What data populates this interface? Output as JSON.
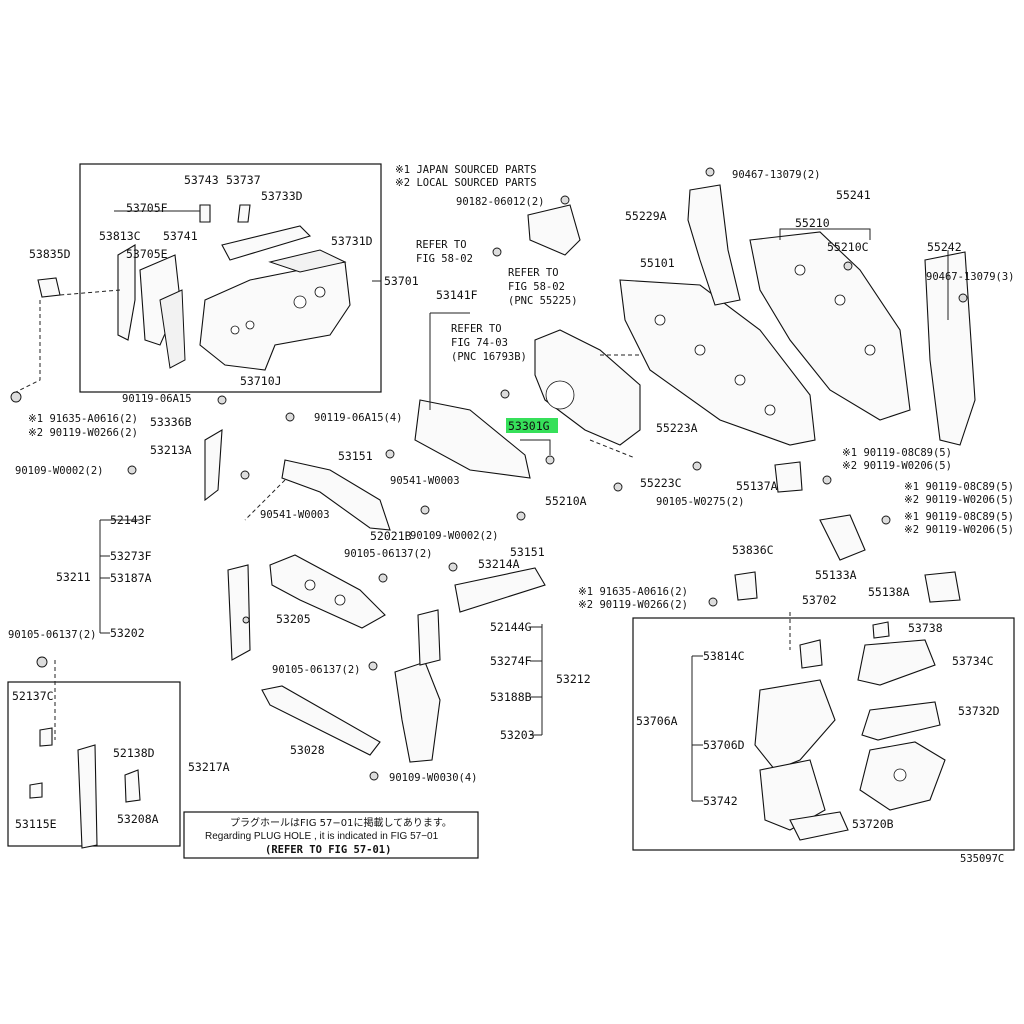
{
  "legend": {
    "line1": "※1 JAPAN SOURCED PARTS",
    "line2": "※2 LOCAL SOURCED PARTS"
  },
  "figure_id": "535097C",
  "highlighted_part": "53301G",
  "highlight_color": "#36e05a",
  "note": {
    "jp": "プラグホールはFIG 57−01に掲載してあります。",
    "en": "Regarding  PLUG HOLE , it is indicated in FIG  57−01",
    "ref": "(REFER TO FIG 57-01)"
  },
  "refs": {
    "fig58": [
      "REFER TO",
      "FIG 58-02"
    ],
    "fig58b": [
      "REFER TO",
      "FIG 58-02",
      "(PNC 55225)"
    ],
    "fig74": [
      "REFER TO",
      "FIG 74-03",
      "(PNC 16793B)"
    ]
  },
  "labels": {
    "p53743": "53743",
    "p53737": "53737",
    "p53733D": "53733D",
    "p53705F": "53705F",
    "p53813C": "53813C",
    "p53741": "53741",
    "p53705E": "53705E",
    "p53731D": "53731D",
    "p53701": "53701",
    "p53710J": "53710J",
    "p53835D": "53835D",
    "p90119_06A15_a": "90119-06A15",
    "p191635_a": "※1 91635-A0616(2)",
    "p290119_a": "※2 90119-W0266(2)",
    "p53336B": "53336B",
    "p90119_06A15_b": "90119-06A15(4)",
    "p53213A": "53213A",
    "p90109_W0002_a": "90109-W0002(2)",
    "p53151_a": "53151",
    "p90541_W0003_a": "90541-W0003",
    "p52143F": "52143F",
    "p90541_W0003_b": "90541-W0003",
    "p52021B": "52021B",
    "p53273F": "53273F",
    "p53211": "53211",
    "p53187A": "53187A",
    "p53202": "53202",
    "p90105_06137_a": "90105-06137(2)",
    "p90105_06137_b": "90105-06137(2)",
    "p53205": "53205",
    "p90105_06137_c": "90105-06137(2)",
    "p52137C": "52137C",
    "p52138D": "52138D",
    "p53217A": "53217A",
    "p53115E": "53115E",
    "p53208A": "53208A",
    "p53028": "53028",
    "p90109_W0030": "90109-W0030(4)",
    "p90109_W0002_b": "90109-W0002(2)",
    "p53151_b": "53151",
    "p53214A": "53214A",
    "p52144G": "52144G",
    "p53274F": "53274F",
    "p53212": "53212",
    "p53188B": "53188B",
    "p53203": "53203",
    "p53141F": "53141F",
    "p53301G": "53301G",
    "p55210A": "55210A",
    "p90182_06012": "90182-06012(2)",
    "p55229A": "55229A",
    "p55101": "55101",
    "p55223A": "55223A",
    "p55223C": "55223C",
    "p90105_W0275": "90105-W0275(2)",
    "p55137A": "55137A",
    "p90467_a": "90467-13079(2)",
    "p55241": "55241",
    "p55210": "55210",
    "p55210C": "55210C",
    "p55242": "55242",
    "p90467_b": "90467-13079(3)",
    "p190119_a": "※1 90119-08C89(5)",
    "p290119_b": "※2 90119-W0206(5)",
    "p190119_b": "※1 90119-08C89(5)",
    "p290119_c": "※2 90119-W0206(5)",
    "p190119_c": "※1 90119-08C89(5)",
    "p290119_d": "※2 90119-W0206(5)",
    "p55133A": "55133A",
    "p55138A": "55138A",
    "p53836C": "53836C",
    "p191635_b": "※1 91635-A0616(2)",
    "p290119_e": "※2 90119-W0266(2)",
    "p53702": "53702",
    "p53738": "53738",
    "p53814C": "53814C",
    "p53734C": "53734C",
    "p53706A": "53706A",
    "p53732D": "53732D",
    "p53706D": "53706D",
    "p53742": "53742",
    "p53720B": "53720B"
  }
}
